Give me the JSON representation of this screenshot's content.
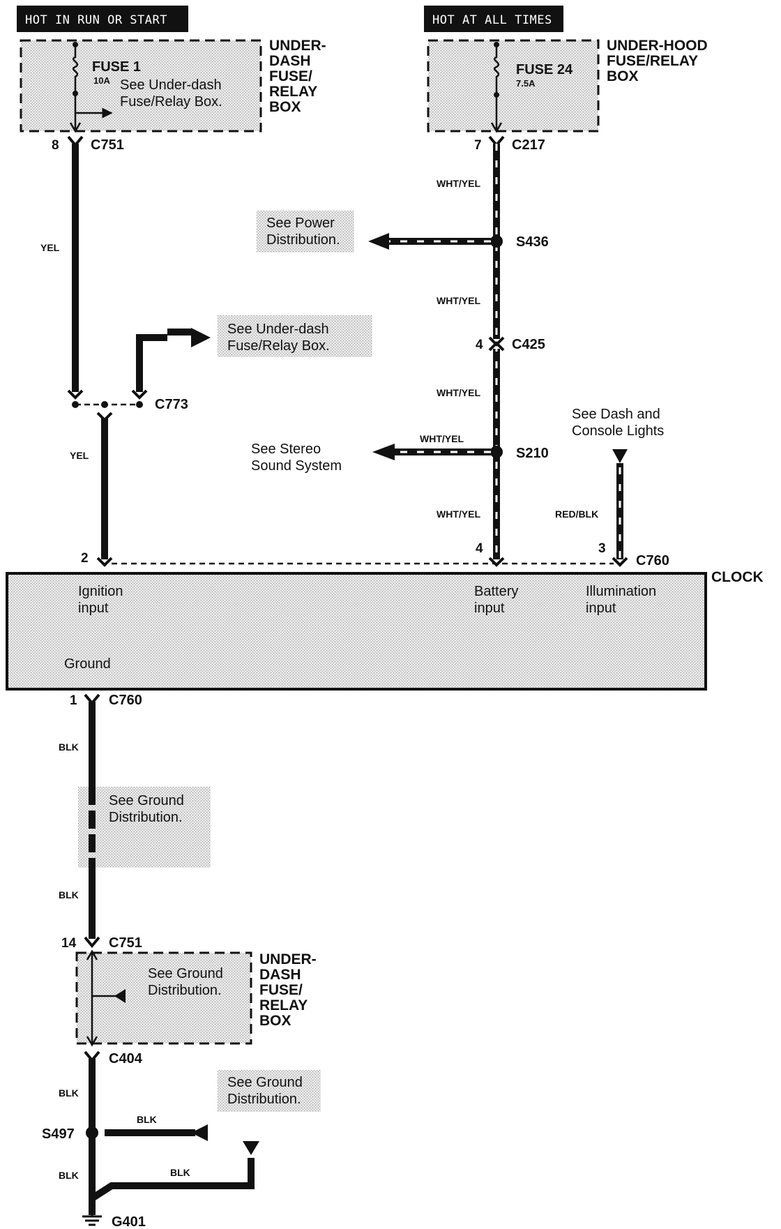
{
  "banners": {
    "left": "HOT IN RUN OR START",
    "right": "HOT AT ALL TIMES"
  },
  "boxes": {
    "underdash_top": [
      "UNDER-",
      "DASH",
      "FUSE/",
      "RELAY",
      "BOX"
    ],
    "underhood": [
      "UNDER-HOOD",
      "FUSE/RELAY",
      "BOX"
    ],
    "underdash_bottom": [
      "UNDER-",
      "DASH",
      "FUSE/",
      "RELAY",
      "BOX"
    ]
  },
  "fuses": {
    "fuse1": {
      "name": "FUSE 1",
      "rating": "10A",
      "note": [
        "See Under-dash",
        "Fuse/Relay Box."
      ]
    },
    "fuse24": {
      "name": "FUSE  24",
      "rating": "7.5A"
    }
  },
  "connectors": {
    "c751_top": "C751",
    "c217": "C217",
    "c425": "C425",
    "c773": "C773",
    "c760_top": "C760",
    "c760_bottom": "C760",
    "c751_bottom": "C751",
    "c404": "C404"
  },
  "pins": {
    "c751_top": "8",
    "c217": "7",
    "c425": "4",
    "clock_ign": "2",
    "clock_batt": "4",
    "clock_illum": "3",
    "c760_bottom": "1",
    "c751_bottom": "14"
  },
  "splices": {
    "s436": "S436",
    "s210": "S210",
    "s497": "S497"
  },
  "ground": {
    "g401": "G401"
  },
  "wires": {
    "yel_1": "YEL",
    "yel_2": "YEL",
    "whtyel_1": "WHT/YEL",
    "whtyel_2": "WHT/YEL",
    "whtyel_3": "WHT/YEL",
    "whtyel_4": "WHT/YEL",
    "whtyel_branch": "WHT/YEL",
    "redblk": "RED/BLK",
    "blk_1": "BLK",
    "blk_2": "BLK",
    "blk_3": "BLK",
    "blk_4": "BLK",
    "blk_s497": "BLK",
    "blk_g401": "BLK"
  },
  "notes": {
    "power_dist": [
      "See Power",
      "Distribution."
    ],
    "underdash_ref": [
      "See Under-dash",
      "Fuse/Relay Box."
    ],
    "stereo": [
      "See  Stereo",
      "Sound System"
    ],
    "dash_lights": [
      "See Dash and",
      "Console Lights"
    ],
    "ground_dist_1": [
      "See Ground",
      "Distribution."
    ],
    "ground_dist_2": [
      "See Ground",
      "Distribution."
    ],
    "ground_dist_3": [
      "See Ground",
      "Distribution."
    ]
  },
  "clock": {
    "title": "CLOCK",
    "ignition": [
      "Ignition",
      "input"
    ],
    "battery": [
      "Battery",
      "input"
    ],
    "illumination": [
      "Illumination",
      "input"
    ],
    "ground": "Ground"
  },
  "colors": {
    "ink": "#111111",
    "shade": "#d9d9d9"
  }
}
